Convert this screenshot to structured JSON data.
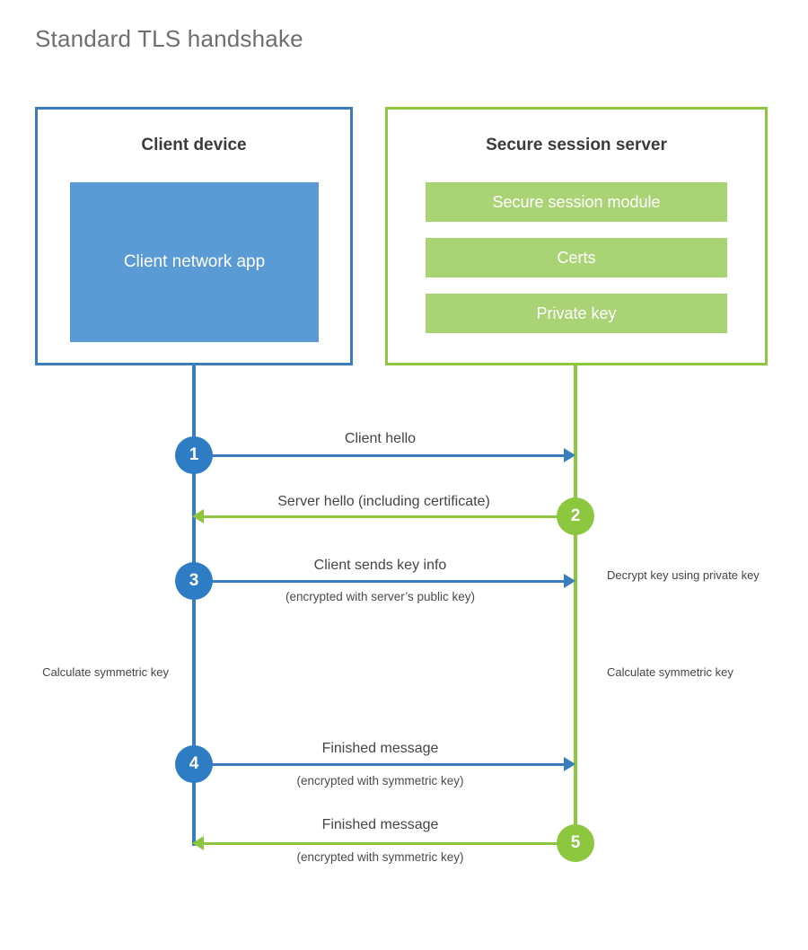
{
  "page": {
    "title": "Standard TLS handshake",
    "background": "#FFFFFF"
  },
  "colors": {
    "client_accent": "#3A7DBF",
    "client_circle": "#2E7CC4",
    "client_block": "#5B9BD5",
    "server_accent": "#8DC63F",
    "server_block": "#A9D375",
    "title_text": "#6E6E6E",
    "body_text": "#454545"
  },
  "client": {
    "title": "Client device",
    "blocks": [
      {
        "label": "Client network app"
      }
    ]
  },
  "server": {
    "title": "Secure session server",
    "blocks": [
      {
        "label": "Secure session module"
      },
      {
        "label": "Certs"
      },
      {
        "label": "Private key"
      }
    ]
  },
  "steps": [
    {
      "number": "1",
      "origin": "client",
      "direction": "right",
      "label": "Client hello",
      "sublabel": ""
    },
    {
      "number": "2",
      "origin": "server",
      "direction": "left",
      "label": "Server hello (including certificate)",
      "sublabel": ""
    },
    {
      "number": "3",
      "origin": "client",
      "direction": "right",
      "label": "Client sends key info",
      "sublabel": "(encrypted with server’s public key)"
    },
    {
      "number": "4",
      "origin": "client",
      "direction": "right",
      "label": "Finished message",
      "sublabel": "(encrypted with symmetric key)"
    },
    {
      "number": "5",
      "origin": "server",
      "direction": "left",
      "label": "Finished message",
      "sublabel": "(encrypted with symmetric key)"
    }
  ],
  "notes": {
    "decrypt_key": "Decrypt key using private key",
    "client_calculate": "Calculate symmetric key",
    "server_calculate": "Calculate symmetric key"
  }
}
